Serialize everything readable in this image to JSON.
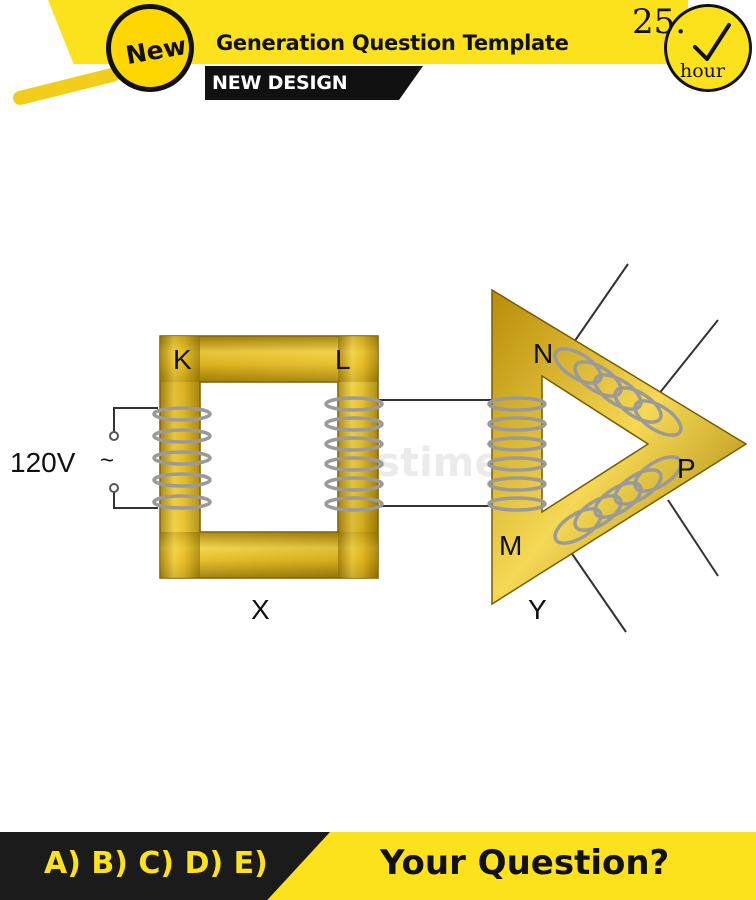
{
  "header": {
    "title": "Generation Question Template",
    "subtitle": "NEW DESIGN",
    "badge": "New",
    "timer": {
      "value": "25.",
      "unit": "hour"
    }
  },
  "diagram": {
    "source_label": "120V",
    "source_symbol": "~",
    "core_x": {
      "label": "X",
      "corner_labels": [
        "K",
        "L"
      ]
    },
    "core_y": {
      "label": "Y",
      "corner_labels": [
        "N",
        "P",
        "M"
      ]
    },
    "watermark": "dreamstime"
  },
  "footer": {
    "options": "A) B) C) D) E)",
    "question": "Your Question?"
  },
  "colors": {
    "accent_yellow": "#fbe21d",
    "core_gold": "#c9a010",
    "coil_silver": "#9a9a9a",
    "dark": "#111111"
  }
}
